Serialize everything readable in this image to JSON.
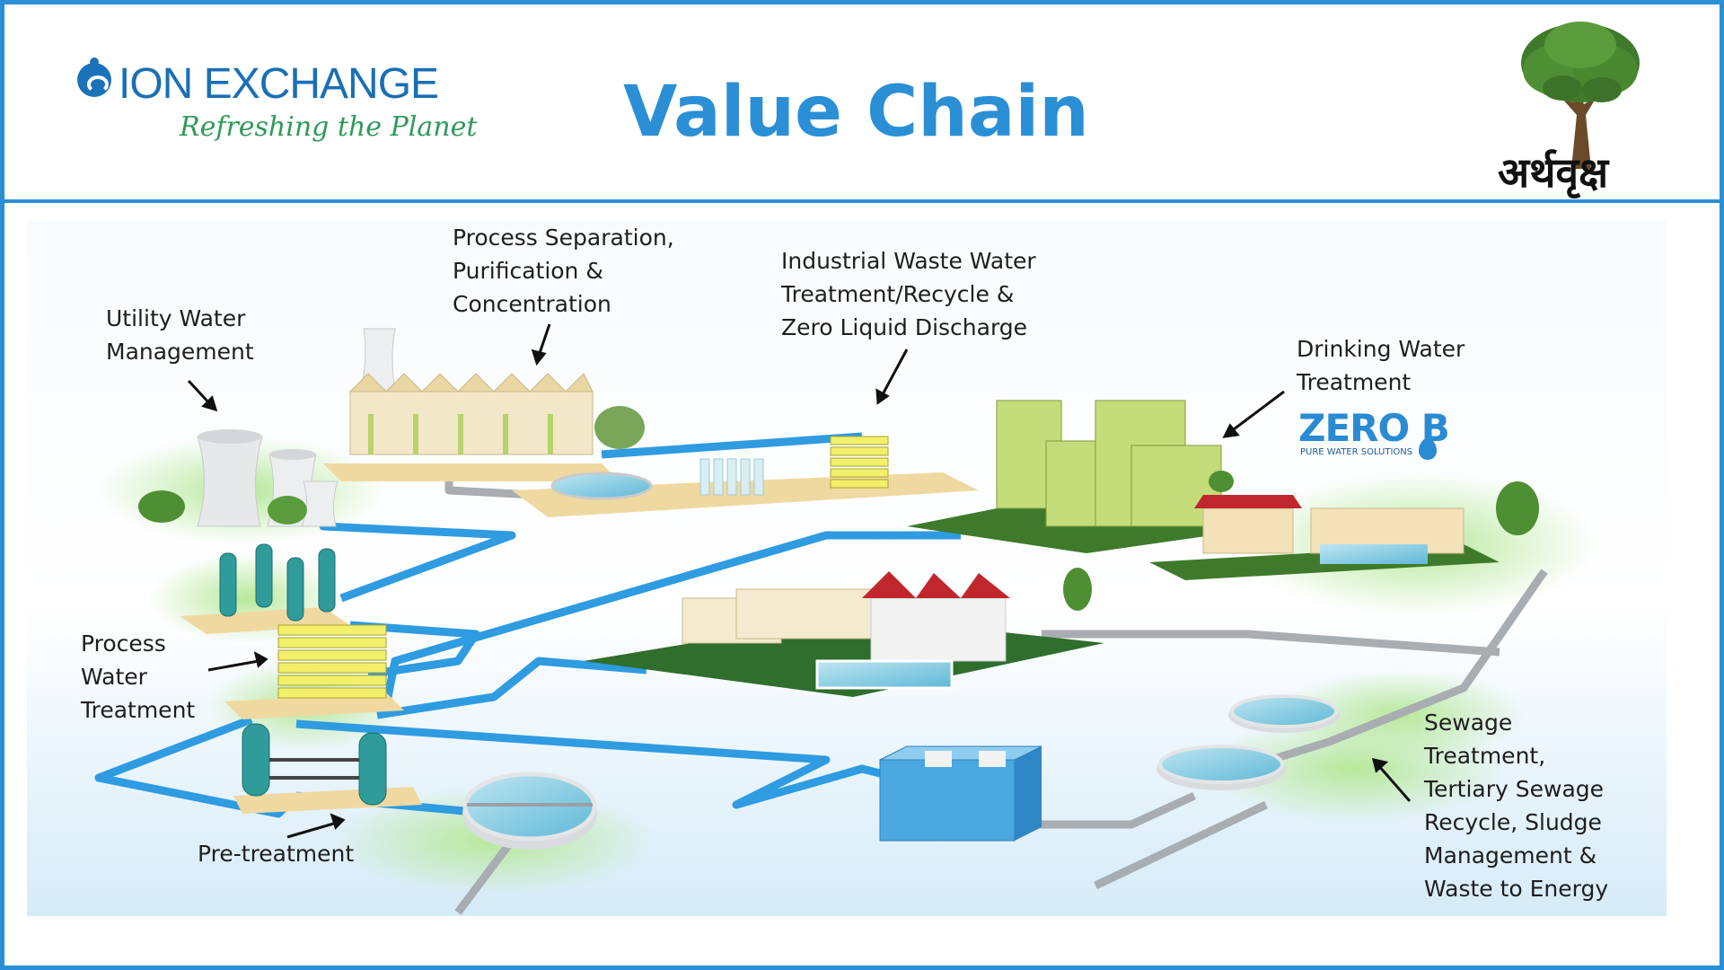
{
  "header": {
    "company_name": "ION EXCHANGE",
    "tagline": "Refreshing the Planet",
    "title": "Value Chain",
    "brand_devanagari": "अर्थवृक्ष"
  },
  "colors": {
    "accent": "#2b8fd6",
    "pipe_water": "#2f9be0",
    "pipe_grey": "#9aa0a6",
    "ground": "#8fd16e",
    "sand": "#f0d9a0"
  },
  "diagram": {
    "labels": {
      "utility": [
        "Utility Water",
        "Management"
      ],
      "process_sep": [
        "Process Separation,",
        "Purification &",
        "Concentration"
      ],
      "industrial": [
        "Industrial Waste Water",
        "Treatment/Recycle &",
        "Zero Liquid Discharge"
      ],
      "drinking": [
        "Drinking Water",
        "Treatment"
      ],
      "process_water": [
        "Process",
        "Water",
        "Treatment"
      ],
      "pretreatment": [
        "Pre-treatment"
      ],
      "sewage": [
        "Sewage",
        "Treatment,",
        "Tertiary Sewage",
        "Recycle, Sludge",
        "Management &",
        "Waste to Energy"
      ]
    },
    "zerob": {
      "word": "ZERO B",
      "sub": "PURE WATER SOLUTIONS",
      "icon": "water-drop-icon"
    }
  }
}
